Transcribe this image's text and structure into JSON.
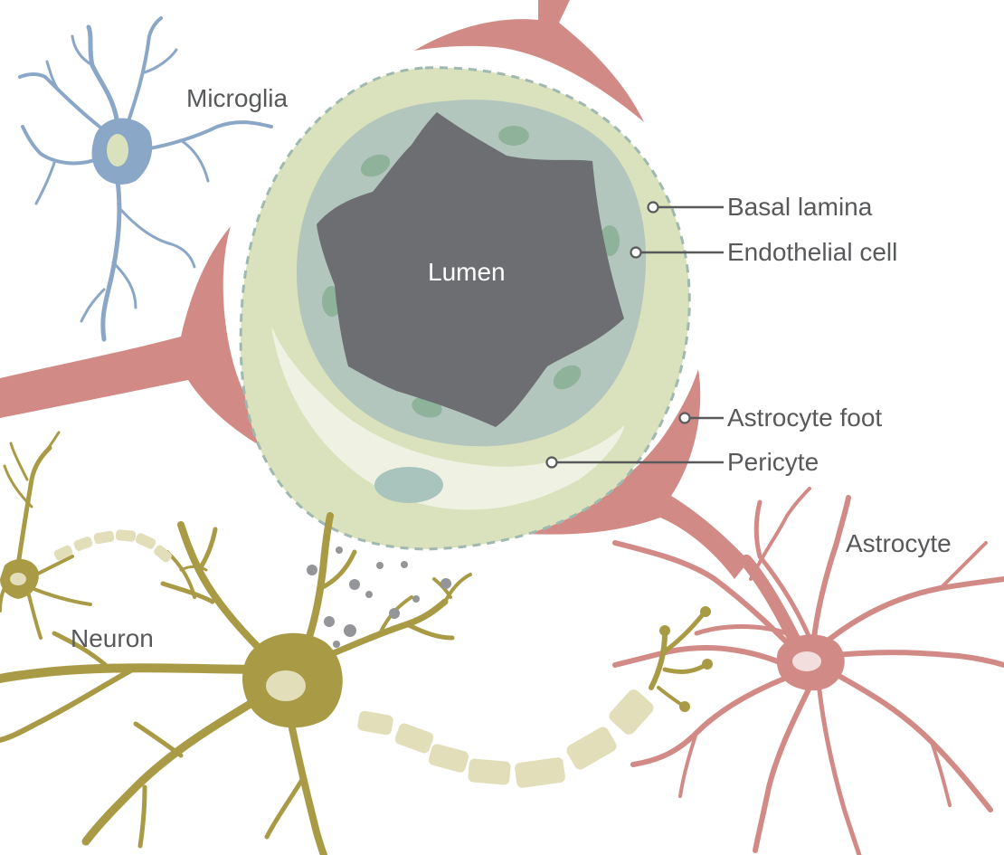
{
  "labels": {
    "microglia": "Microglia",
    "lumen": "Lumen",
    "basal_lamina": "Basal lamina",
    "endothelial_cell": "Endothelial cell",
    "astrocyte_foot": "Astrocyte foot",
    "pericyte": "Pericyte",
    "astrocyte": "Astrocyte",
    "neuron": "Neuron"
  },
  "colors": {
    "microglia": "#8aa7c7",
    "astrocyte": "#d28a86",
    "neuron": "#a99b45",
    "myelin": "#e3deba",
    "basal_lamina": "#d9e2bc",
    "endothelium": "#b3c6bd",
    "lumen": "#6d6e71",
    "pericyte": "#eff2e2",
    "nucleus": "#8fb29b",
    "text": "#58595b"
  }
}
